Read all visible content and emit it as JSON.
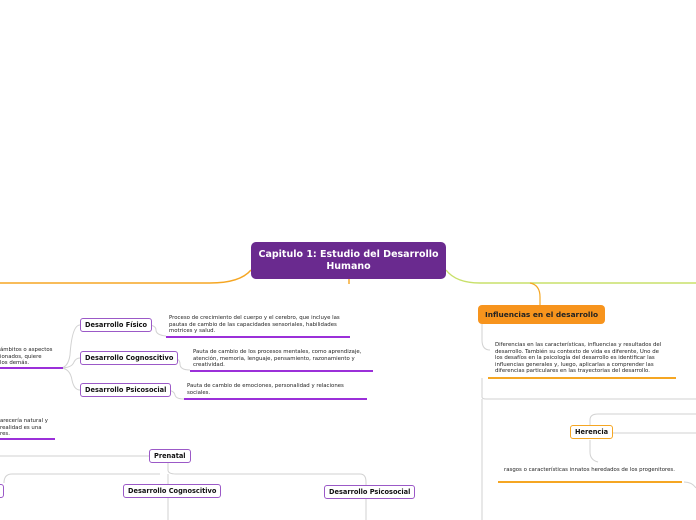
{
  "mindmap": {
    "central": {
      "label": "Capitulo 1: Estudio del Desarrollo\nHumano",
      "color": "#6a2a8f"
    },
    "left_branch": {
      "nodes": [
        {
          "label": "Desarrollo Físico",
          "description": "Proceso de crecimiento del cuerpo y el cerebro, que incluye las\npautas de cambio de las capacidades sensoriales, habilidades\nmotrices y salud."
        },
        {
          "label": "Desarrollo Cognoscitivo",
          "description": "Pauta de cambio de los procesos mentales, como aprendizaje,\natención, memoria, lenguaje, pensamiento, razonamiento y\ncreatividad."
        },
        {
          "label": "Desarrollo Psicosocial",
          "description": "Pauta de cambio de emociones, personalidad y relaciones\nsociales."
        }
      ],
      "fragment_1": "ámbitos o aspectos\nionados, quiere\n los demás.",
      "fragment_2": "arecería natural y\n realidad es una\nres.",
      "prenatal": {
        "label": "Prenatal",
        "children": [
          "Desarrollo Cognoscitivo",
          "Desarrollo Psicosocial"
        ]
      }
    },
    "right_branch": {
      "label": "Influencias en el desarrollo",
      "description": "Diferencias en las características, influencias y resultados del\ndesarrollo. También su contexto de vida es diferente, Uno de\nlos desafíos en la psicología del desarrollo es identificar las\ninfluencias generales y, luego, aplicarlas a comprender las\ndiferencias particulares en las trayectorias del desarrollo.",
      "herencia": {
        "label": "Herencia",
        "description": "rasgos o características innatos heredados de los progenitores."
      }
    },
    "colors": {
      "purple": "#9b30d9",
      "orange": "#f5a623",
      "lime": "#c8e06a",
      "gray": "#d2d2d2"
    }
  }
}
